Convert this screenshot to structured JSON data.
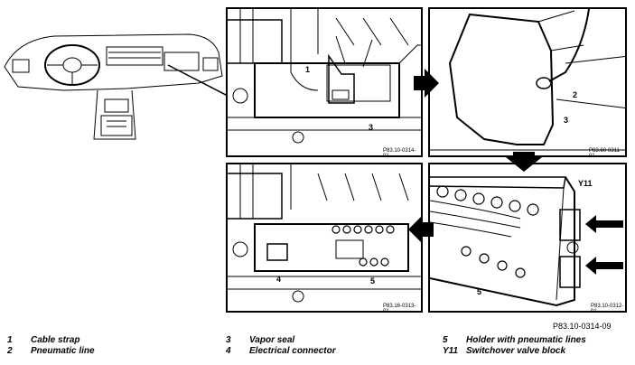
{
  "figure": {
    "reference": "P83.10-0314-09",
    "panel_codes": [
      "P83.10-0314-01",
      "P83.60-0311-01",
      "P83.16-0313-01",
      "P83.10-0312-01"
    ]
  },
  "callouts": {
    "c1": "1",
    "c2": "2",
    "c3a": "3",
    "c3b": "3",
    "c4": "4",
    "c5a": "5",
    "c5b": "5",
    "y11": "Y11"
  },
  "legend": [
    {
      "num": "1",
      "text": "Cable strap"
    },
    {
      "num": "2",
      "text": "Pneumatic line"
    },
    {
      "num": "3",
      "text": "Vapor seal"
    },
    {
      "num": "4",
      "text": "Electrical connector"
    },
    {
      "num": "5",
      "text": "Holder with pneumatic lines"
    },
    {
      "num": "Y11",
      "text": "Switchover valve block"
    }
  ]
}
